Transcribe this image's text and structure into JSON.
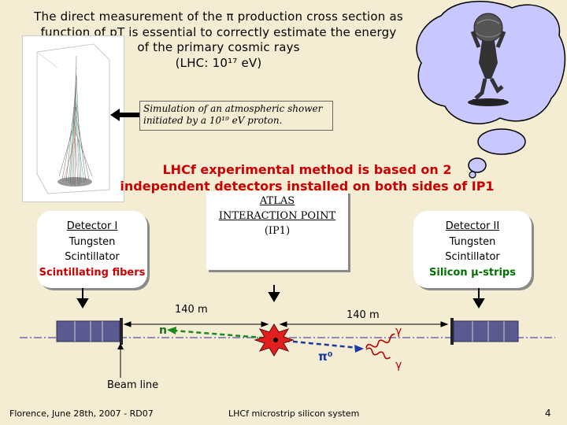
{
  "title": {
    "line1": "The direct measurement of the π production cross section as",
    "line2": "function of pT is essential to correctly estimate the energy",
    "line3": "of the primary cosmic rays",
    "line4": "(LHC: 10¹⁷ eV)"
  },
  "simulation_note": {
    "line1": "Simulation of an atmospheric shower",
    "line2": "initiated by a 10¹⁹ eV proton."
  },
  "method": {
    "line1": "LHCf experimental method is based on 2",
    "line2": "independent detectors installed on both sides of IP1"
  },
  "detector1": {
    "name": "Detector I",
    "line1": "Tungsten",
    "line2": "Scintillator",
    "line3": "Scintillating fibers"
  },
  "atlas": {
    "line1": "ATLAS",
    "line2": "INTERACTION POINT",
    "line3": "(IP1)"
  },
  "detector2": {
    "name": "Detector II",
    "line1": "Tungsten",
    "line2": "Scintillator",
    "line3": "Silicon μ-strips"
  },
  "diagram": {
    "dist_left": "140 m",
    "dist_right": "140 m",
    "neutron": "n",
    "gamma1": "γ",
    "gamma2": "γ",
    "pi0": "π⁰",
    "beam_line": "Beam line"
  },
  "footer": {
    "left": "Florence, June 28th, 2007 - RD07",
    "mid": "LHCf microstrip silicon system",
    "page": "4"
  },
  "colors": {
    "background": "#f4edd4",
    "accent_red": "#cc0000",
    "green": "#007000",
    "beam_blue": "#6b6bb0",
    "detector_blue": "#4b4b8a"
  }
}
